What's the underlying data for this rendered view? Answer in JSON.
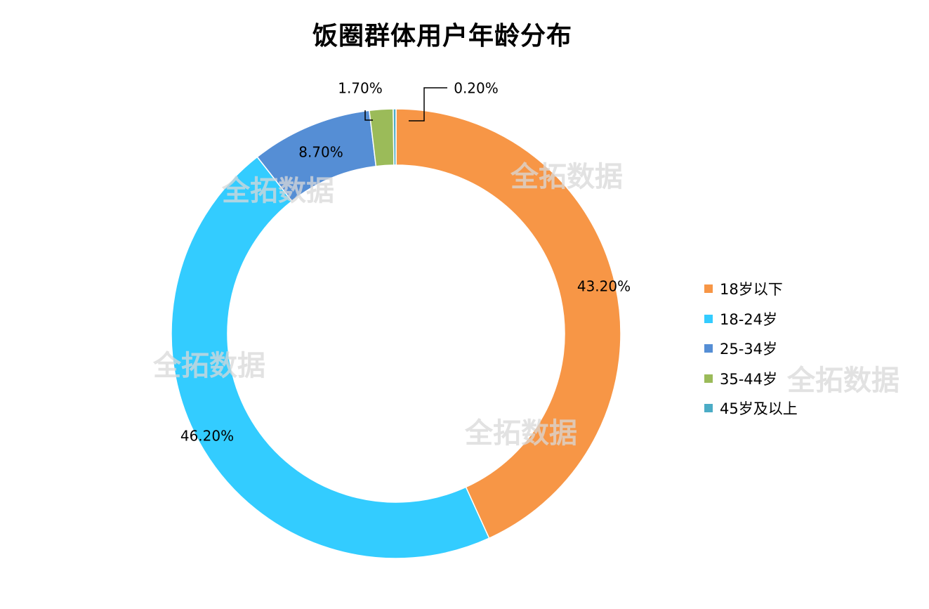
{
  "title": "饭圈群体用户年龄分布",
  "watermark_text": "全拓数据",
  "chart_data": {
    "type": "pie",
    "variant": "donut",
    "title": "饭圈群体用户年龄分布",
    "start_angle_deg": 0,
    "direction": "clockwise",
    "legend_position": "right",
    "slices": [
      {
        "label": "18岁以下",
        "value": 43.2,
        "display": "43.20%",
        "color": "#F79646"
      },
      {
        "label": "18-24岁",
        "value": 46.2,
        "display": "46.20%",
        "color": "#33CCFF"
      },
      {
        "label": "25-34岁",
        "value": 8.7,
        "display": "8.70%",
        "color": "#558ED5"
      },
      {
        "label": "35-44岁",
        "value": 1.7,
        "display": "1.70%",
        "color": "#9BBB59"
      },
      {
        "label": "45岁及以上",
        "value": 0.2,
        "display": "0.20%",
        "color": "#4BACC6"
      }
    ]
  }
}
